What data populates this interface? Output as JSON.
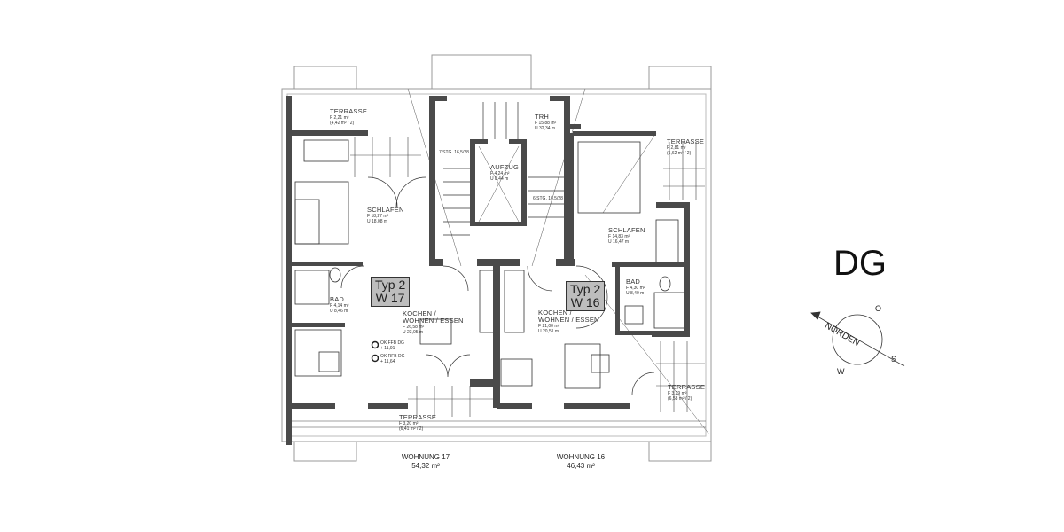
{
  "floor_label": "DG",
  "rooms": {
    "terrasse_nw": {
      "name": "TERRASSE",
      "f": "F    2,21 m²",
      "u": "(4,42 m² / 2)"
    },
    "schlafen_17": {
      "name": "SCHLAFEN",
      "f": "F    18,27 m²",
      "u": "U    18,08 m"
    },
    "trh": {
      "name": "TRH",
      "f": "F    15,88 m²",
      "u": "U    32,34 m"
    },
    "aufzug": {
      "name": "AUFZUG",
      "f": "F    4,24 m²",
      "u": "U    8,44 m"
    },
    "stg_left": "7 STG. 16,5/28",
    "stg_right": "6 STG. 16,5/28",
    "terrasse_ne": {
      "name": "TERRASSE",
      "f": "F    2,81 m²",
      "u": "(5,62 m² / 2)"
    },
    "schlafen_16": {
      "name": "SCHLAFEN",
      "f": "F    14,83 m²",
      "u": "U    16,47 m"
    },
    "bad_17": {
      "name": "BAD",
      "f": "F    4,14 m²",
      "u": "U    8,46 m"
    },
    "kwe_17": {
      "name1": "KOCHEN /",
      "name2": "WOHNEN / ESSEN",
      "f": "F    26,58 m²",
      "u": "U    23,05 m"
    },
    "bad_16": {
      "name": "BAD",
      "f": "F    4,30 m²",
      "u": "U    8,40 m"
    },
    "kwe_16": {
      "name1": "KOCHEN /",
      "name2": "WOHNEN / ESSEN",
      "f": "F    21,00 m²",
      "u": "U    20,51 m"
    },
    "terrasse_sw": {
      "name": "TERRASSE",
      "f": "F    3,20 m²",
      "u": "(6,41 m² / 2)"
    },
    "terrasse_se": {
      "name": "TERRASSE",
      "f": "F    3,29 m²",
      "u": "(6,58 m² / 2)"
    }
  },
  "levels": {
    "ffb": "OK FFB DG",
    "ffb_val": "+ 11,91",
    "rfb": "OK RFB DG",
    "rfb_val": "+ 11,64"
  },
  "types": {
    "w17_a": "Typ 2",
    "w17_b": "W 17",
    "w16_a": "Typ 2",
    "w16_b": "W 16"
  },
  "totals": {
    "w17_name": "WOHNUNG 17",
    "w17_area": "54,32 m²",
    "w16_name": "WOHNUNG 16",
    "w16_area": "46,43 m²"
  },
  "compass": {
    "label": "NORDEN",
    "o": "O",
    "s": "S",
    "w": "W"
  },
  "colors": {
    "wall": "#4a4a4a",
    "type_box": "#bdbdbd",
    "line": "#333333"
  }
}
